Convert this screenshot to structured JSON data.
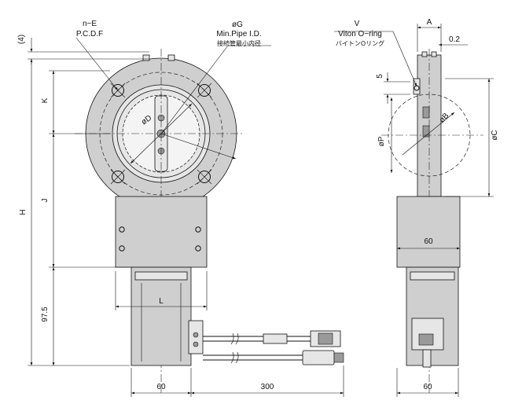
{
  "front_view": {
    "n_e": "n−E",
    "pcd": "P.C.D.F",
    "phi_g": "øG",
    "min_pipe_id": "Min.Pipe I.D.",
    "min_pipe_id_jp": "接続管最小内径",
    "phi_d": "øD",
    "dim_4": "(4)",
    "h": "H",
    "k": "K",
    "j": "J",
    "dim_97_5": "97.5",
    "l": "L",
    "motor_width": "60",
    "cable_length": "300"
  },
  "side_view": {
    "v": "V",
    "viton_oring": "Viton O−ring",
    "viton_oring_jp": "バイトンOリング",
    "a": "A",
    "dim_0_2": "0.2",
    "dim_5": "5",
    "phi_p": "øP",
    "phi_b": "øB",
    "phi_c": "øC",
    "housing_width": "60",
    "motor_width": "60"
  }
}
